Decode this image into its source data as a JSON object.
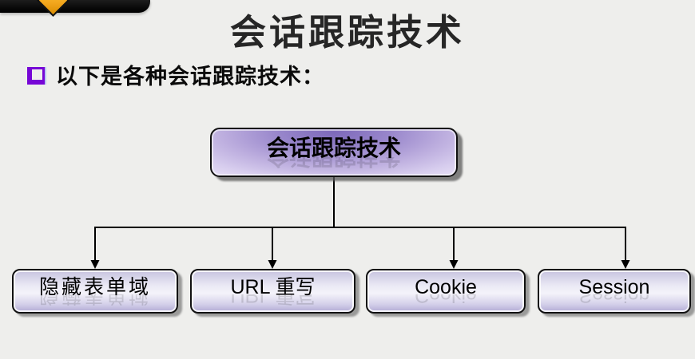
{
  "title": {
    "text": "会话跟踪技术"
  },
  "bullet": {
    "text": "以下是各种会话跟踪技术：",
    "bullet_color": "#7606D6"
  },
  "diagram": {
    "root": {
      "label": "会话跟踪技术"
    },
    "children": [
      {
        "label": "隐藏表单域"
      },
      {
        "label": "URL 重写"
      },
      {
        "label": "Cookie"
      },
      {
        "label": "Session"
      }
    ],
    "line_color": "#000000"
  },
  "decor": {
    "topbar_color": "#0B0B0B",
    "diamond_color": "#F2A51C",
    "background_color": "#EEEEEC",
    "box_accent_color": "#9886CB"
  }
}
